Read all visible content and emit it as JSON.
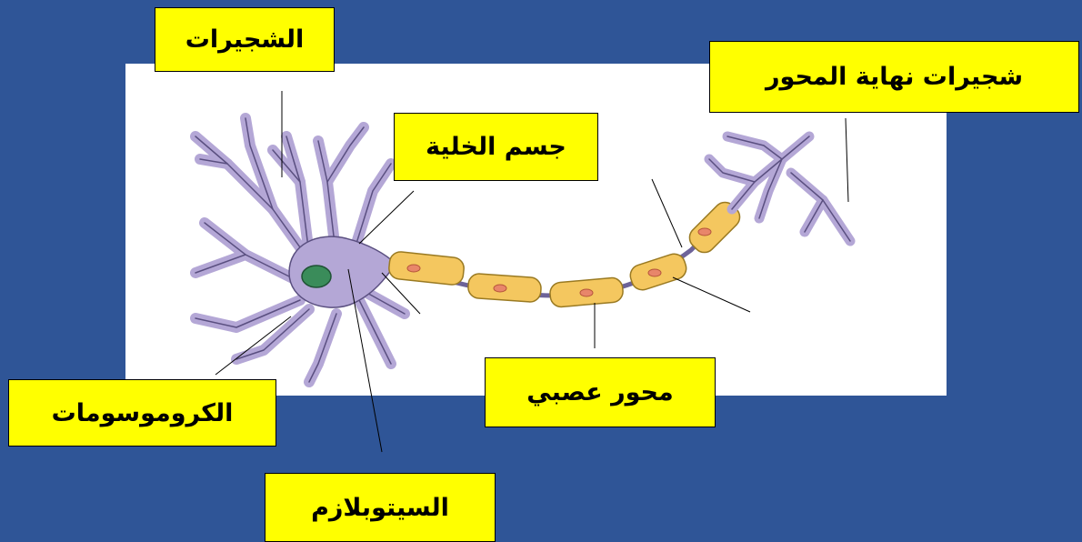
{
  "labels": {
    "dendrites": "الشجيرات",
    "axon_terminals": "شجيرات نهاية المحور",
    "cell_body": "جسم الخلية",
    "chromosomes": "الكروموسومات",
    "axon": "محور عصبي",
    "cytoplasm": "السيتوبلازم"
  },
  "colors": {
    "background": "#2f5597",
    "panel": "#ffffff",
    "label_fill": "#ffff00",
    "neuron_fill": "#b4a7d6",
    "nucleus_fill": "#3a8c5a",
    "myelin_fill": "#f4c75f",
    "myelin_nucleus": "#e8866a"
  }
}
